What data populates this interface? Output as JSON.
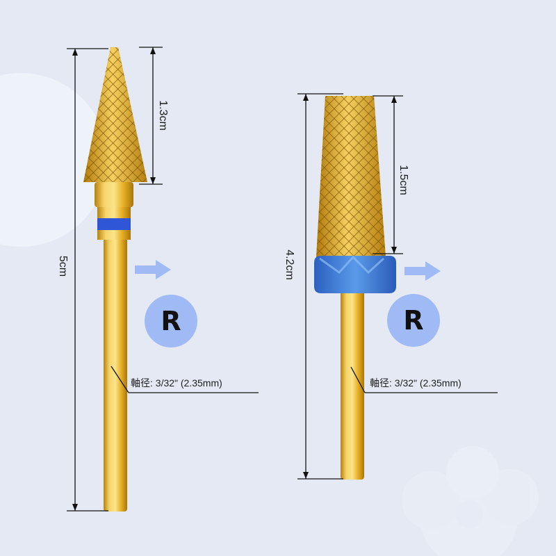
{
  "left_bit": {
    "head_length": "1.3cm",
    "total_length": "5cm",
    "shaft_label": "軸径: 3/32\" (2.35mm)",
    "direction_badge": "R"
  },
  "right_bit": {
    "head_length": "1.5cm",
    "total_length": "4.2cm",
    "shaft_label": "軸径: 3/32\" (2.35mm)",
    "direction_badge": "R"
  },
  "colors": {
    "background": "#e4e9f3",
    "gold": "#e6b42a",
    "blue_band": "#2f56d6",
    "blue_collar": "#3f7fd8",
    "badge": "#9fbaf5",
    "arrow": "#9fbaf5"
  }
}
